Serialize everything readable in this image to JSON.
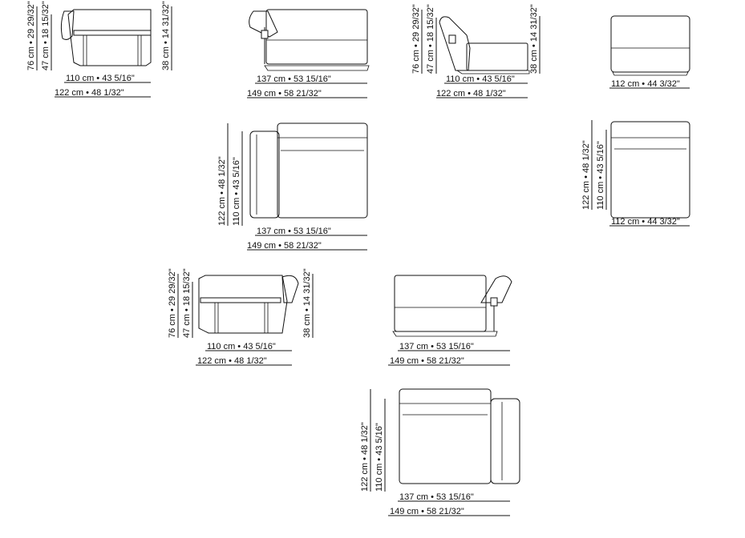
{
  "sheet": {
    "views": [
      {
        "id": "a",
        "w_inner": "110 cm • 43 5/16\"",
        "w_outer": "122 cm • 48 1/32\"",
        "h_total": "76 cm • 29 29/32\"",
        "h_arm": "47 cm • 18 15/32\"",
        "h_seat": "38 cm • 14 31/32\""
      },
      {
        "id": "b",
        "w_inner": "137 cm • 53 15/16\"",
        "w_outer": "149 cm • 58 21/32\""
      },
      {
        "id": "c",
        "w_inner": "110 cm • 43 5/16\"",
        "w_outer": "122 cm • 48 1/32\"",
        "h_total": "76 cm • 29 29/32\"",
        "h_arm": "47 cm • 18 15/32\"",
        "h_seat": "38 cm • 14 31/32\""
      },
      {
        "id": "d",
        "w_inner": "112 cm • 44 3/32\""
      },
      {
        "id": "e",
        "w_inner": "137 cm • 53 15/16\"",
        "w_outer": "149 cm • 58 21/32\"",
        "d_outer": "122 cm • 48 1/32\"",
        "d_inner": "110 cm • 43 5/16\""
      },
      {
        "id": "f",
        "w_inner": "112 cm • 44 3/32\"",
        "d_outer": "122 cm • 48 1/32\"",
        "d_inner": "110 cm • 43 5/16\""
      },
      {
        "id": "g",
        "w_inner": "110 cm • 43 5/16\"",
        "w_outer": "122 cm • 48 1/32\"",
        "h_total": "76 cm • 29 29/32\"",
        "h_arm": "47 cm • 18 15/32\"",
        "h_seat": "38 cm • 14 31/32\""
      },
      {
        "id": "h",
        "w_inner": "137 cm • 53 15/16\"",
        "w_outer": "149 cm • 58 21/32\""
      },
      {
        "id": "i",
        "w_inner": "137 cm • 53 15/16\"",
        "w_outer": "149 cm • 58 21/32\"",
        "d_outer": "122 cm • 48 1/32\"",
        "d_inner": "110 cm • 43 5/16\""
      }
    ]
  }
}
